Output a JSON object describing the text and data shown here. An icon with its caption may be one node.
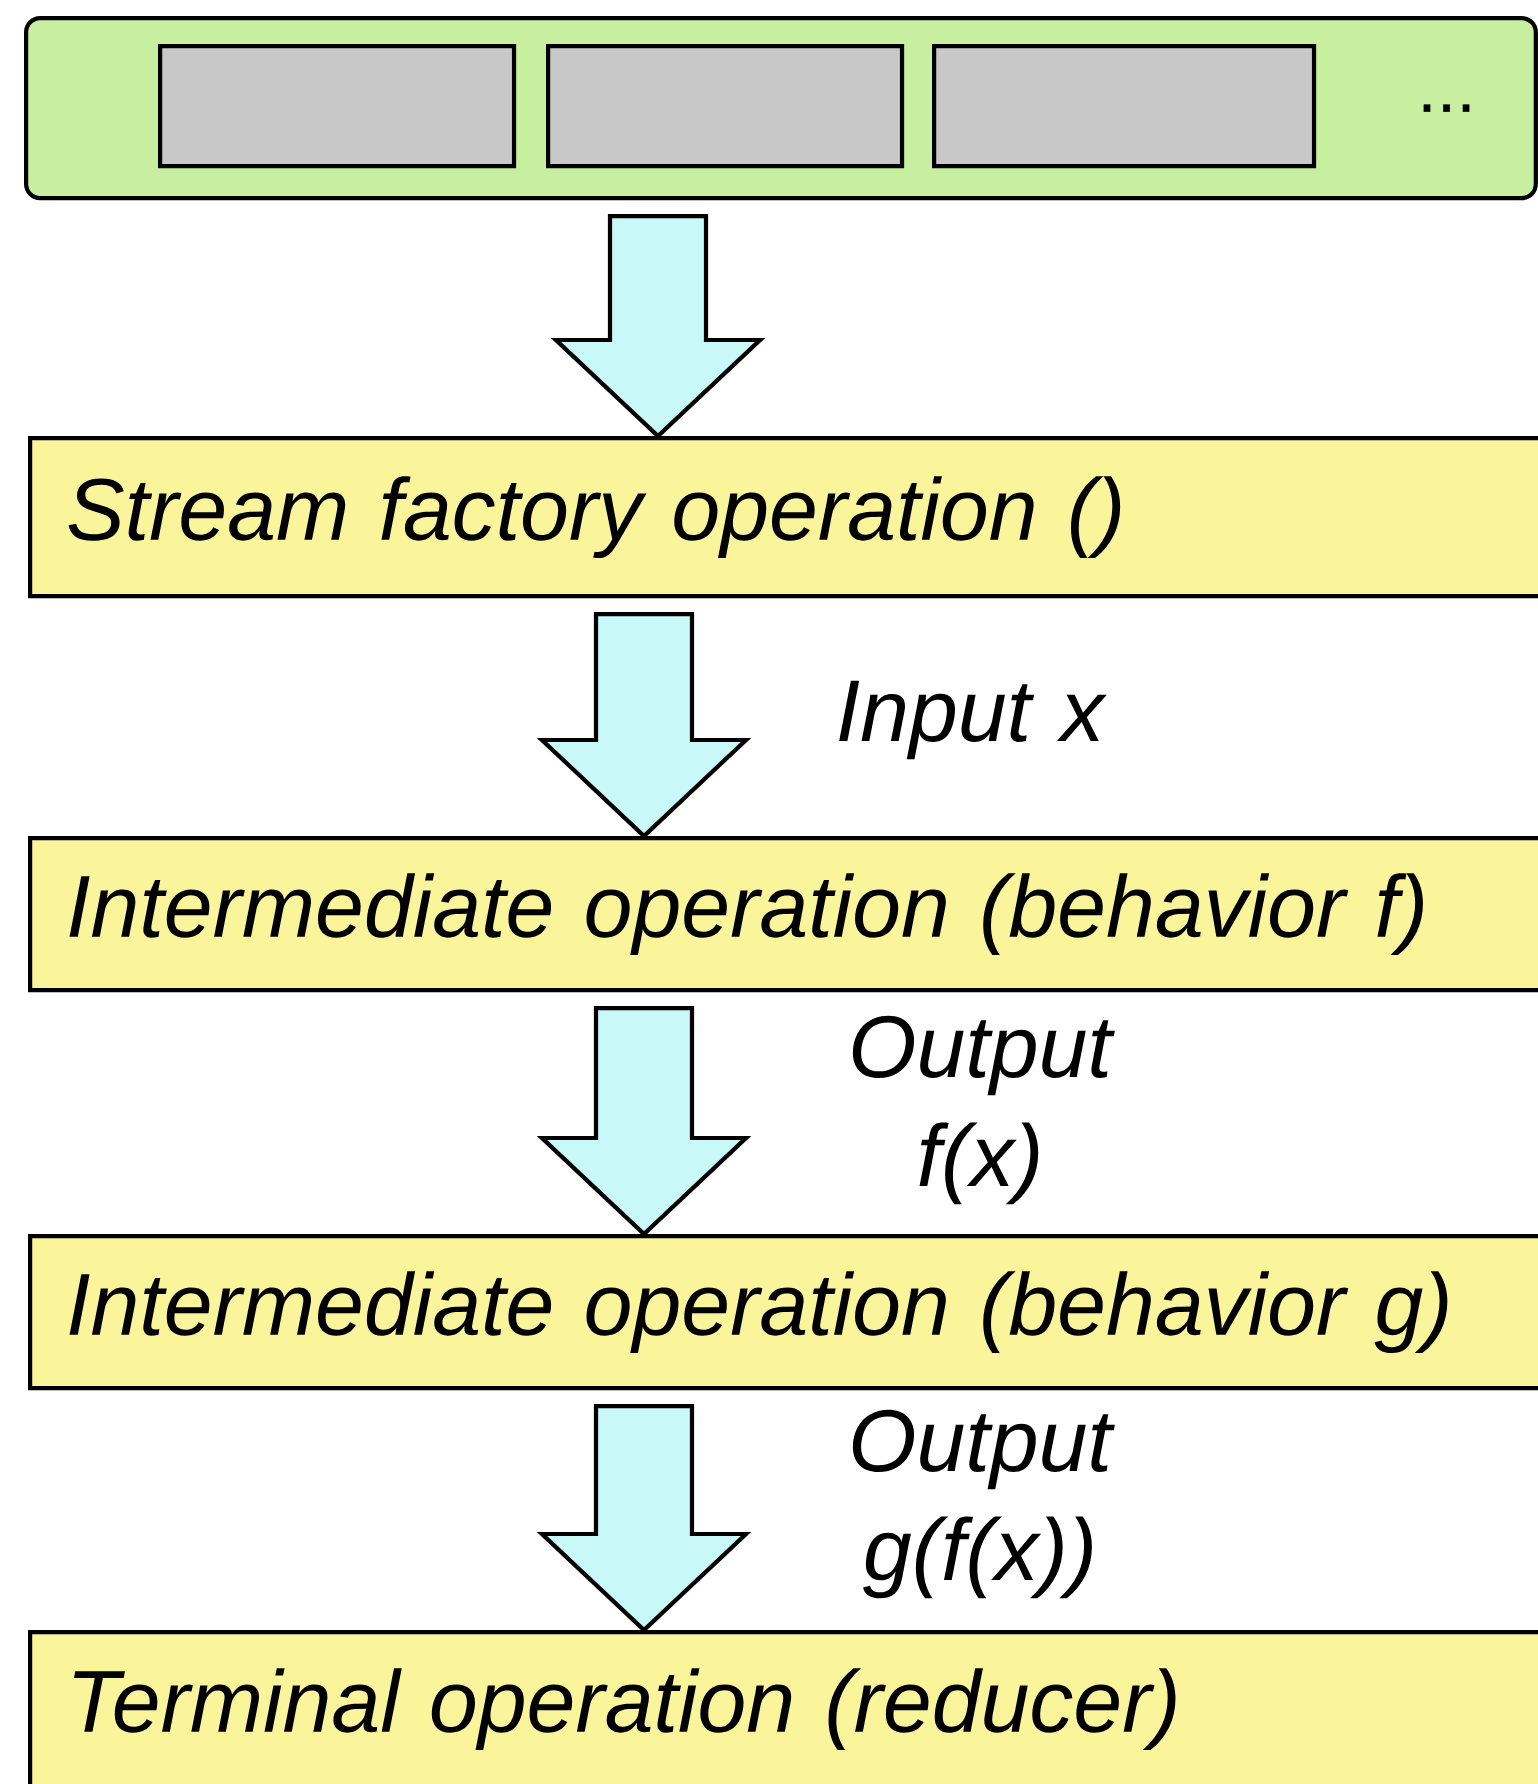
{
  "diagram": {
    "nodes": [
      {
        "text": [
          "..."
        ]
      },
      {
        "text": [],
        "shape": "box",
        "in": 0
      },
      {
        "text": [],
        "shape": "box",
        "in": 0
      },
      {
        "text": [],
        "shape": "box",
        "in": 0
      },
      {
        "text": [
          "Stream factory operation ()"
        ]
      },
      {
        "text": [
          "Intermediate operation (behavior f)"
        ]
      },
      {
        "text": [
          "Intermediate operation (behavior g)"
        ]
      },
      {
        "text": [
          "Terminal operation (reducer)"
        ]
      }
    ],
    "edges": [
      {
        "from": 0,
        "to": 4,
        "arrow": "to"
      },
      {
        "from": 4,
        "to": 5,
        "arrow": "to",
        "label": "Input x"
      },
      {
        "from": 5,
        "to": 6,
        "arrow": "to",
        "label": "Output f(x)"
      },
      {
        "from": 6,
        "to": 7,
        "arrow": "to",
        "label": "Output g(f(x))"
      }
    ]
  }
}
